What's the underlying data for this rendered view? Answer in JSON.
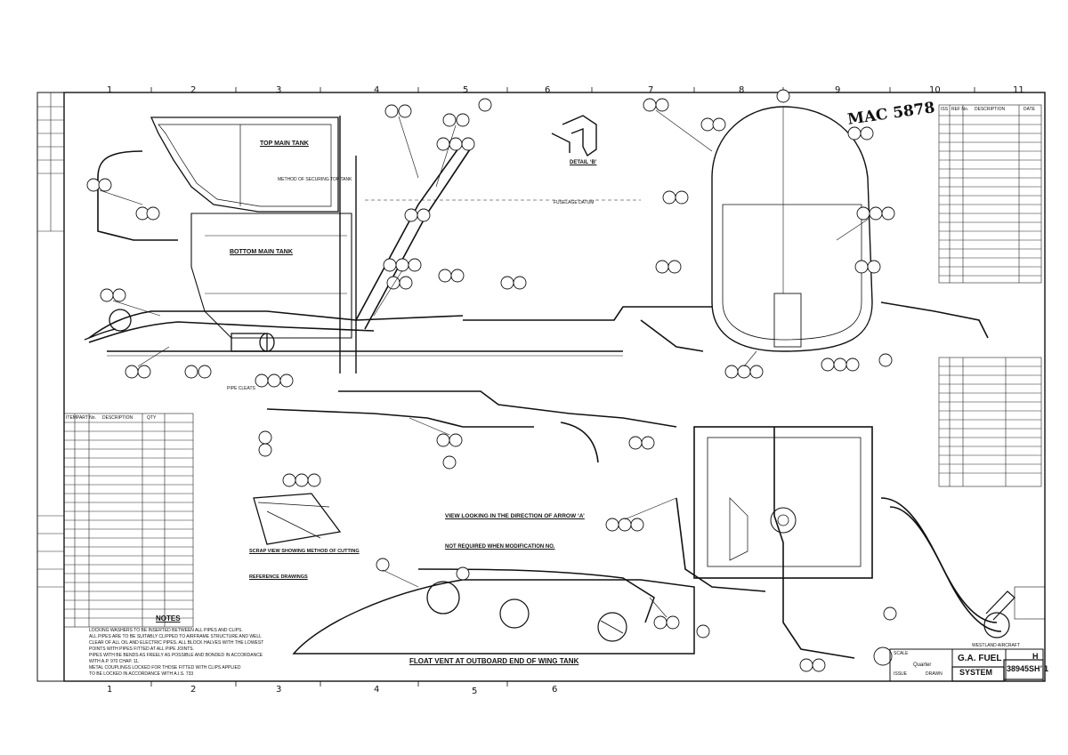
{
  "drawing": {
    "title_line1": "G.A. FUEL",
    "title_line2": "SYSTEM",
    "drawing_number": "38945SH’ 1",
    "sheet_letter": "H",
    "handwritten_ref": "MAC 5878",
    "company_line": "WESTLAND AIRCRAFT",
    "scale_label": "SCALE",
    "scale_value": "Quarter",
    "issue_label": "ISSUE",
    "drawn_label": "DRAWN"
  },
  "grid": {
    "columns_top": [
      "1",
      "2",
      "3",
      "4",
      "5",
      "6",
      "7",
      "8",
      "9",
      "10",
      "11"
    ],
    "columns_bottom": [
      "1",
      "2",
      "3",
      "4",
      "5",
      "6"
    ]
  },
  "labels": {
    "top_main_tank": "TOP MAIN TANK",
    "bottom_main_tank": "BOTTOM MAIN TANK",
    "detail_b": "DETAIL ‘B’",
    "view_arrow_a": "VIEW LOOKING IN THE DIRECTION OF ARROW ‘A’",
    "part_req": "NOT REQUIRED WHEN MODIFICATION NO. ",
    "float_vent": "FLOAT VENT AT OUTBOARD END OF WING TANK",
    "notes_title": "NOTES",
    "scrap_view": "SCRAP VIEW SHOWING METHOD OF CUTTING",
    "reference_drawings": "REFERENCE DRAWINGS",
    "fuselage_datum": "FUSELAGE DATUM",
    "method_of_securing": "METHOD OF SECURING TOP TANK",
    "pipe_cleats": "PIPE CLEATS"
  },
  "notes": [
    "LOCKING WASHERS TO BE INSERTED BETWEEN ALL PIPES AND CLIPS.",
    "ALL PIPES ARE TO BE SUITABLY CLIPPED TO AIRFRAME STRUCTURE AND WELL",
    "CLEAR OF ALL OIL AND ELECTRIC PIPES. ALL BLOCK HALVES WITH THE LOWEST",
    "POINTS WITH PIPES FITTED AT ALL PIPE JOINTS.",
    "PIPES WITH BE BENDS AS FREELY AS POSSIBLE AND BONDED IN ACCORDANCE",
    "WITH A.P. 970 CHAP. 11.",
    "METAL COUPLINGS LOCKED FOR THOSE FITTED WITH CLIPS APPLIED",
    "TO BE LOCKED IN ACCORDANCE WITH A.I.S. 733"
  ],
  "bom_header": [
    "ITEM",
    "PART No.",
    "DESCRIPTION",
    "QTY"
  ],
  "revision_header": [
    "ISS",
    "REF No.",
    "DESCRIPTION",
    "DATE"
  ]
}
